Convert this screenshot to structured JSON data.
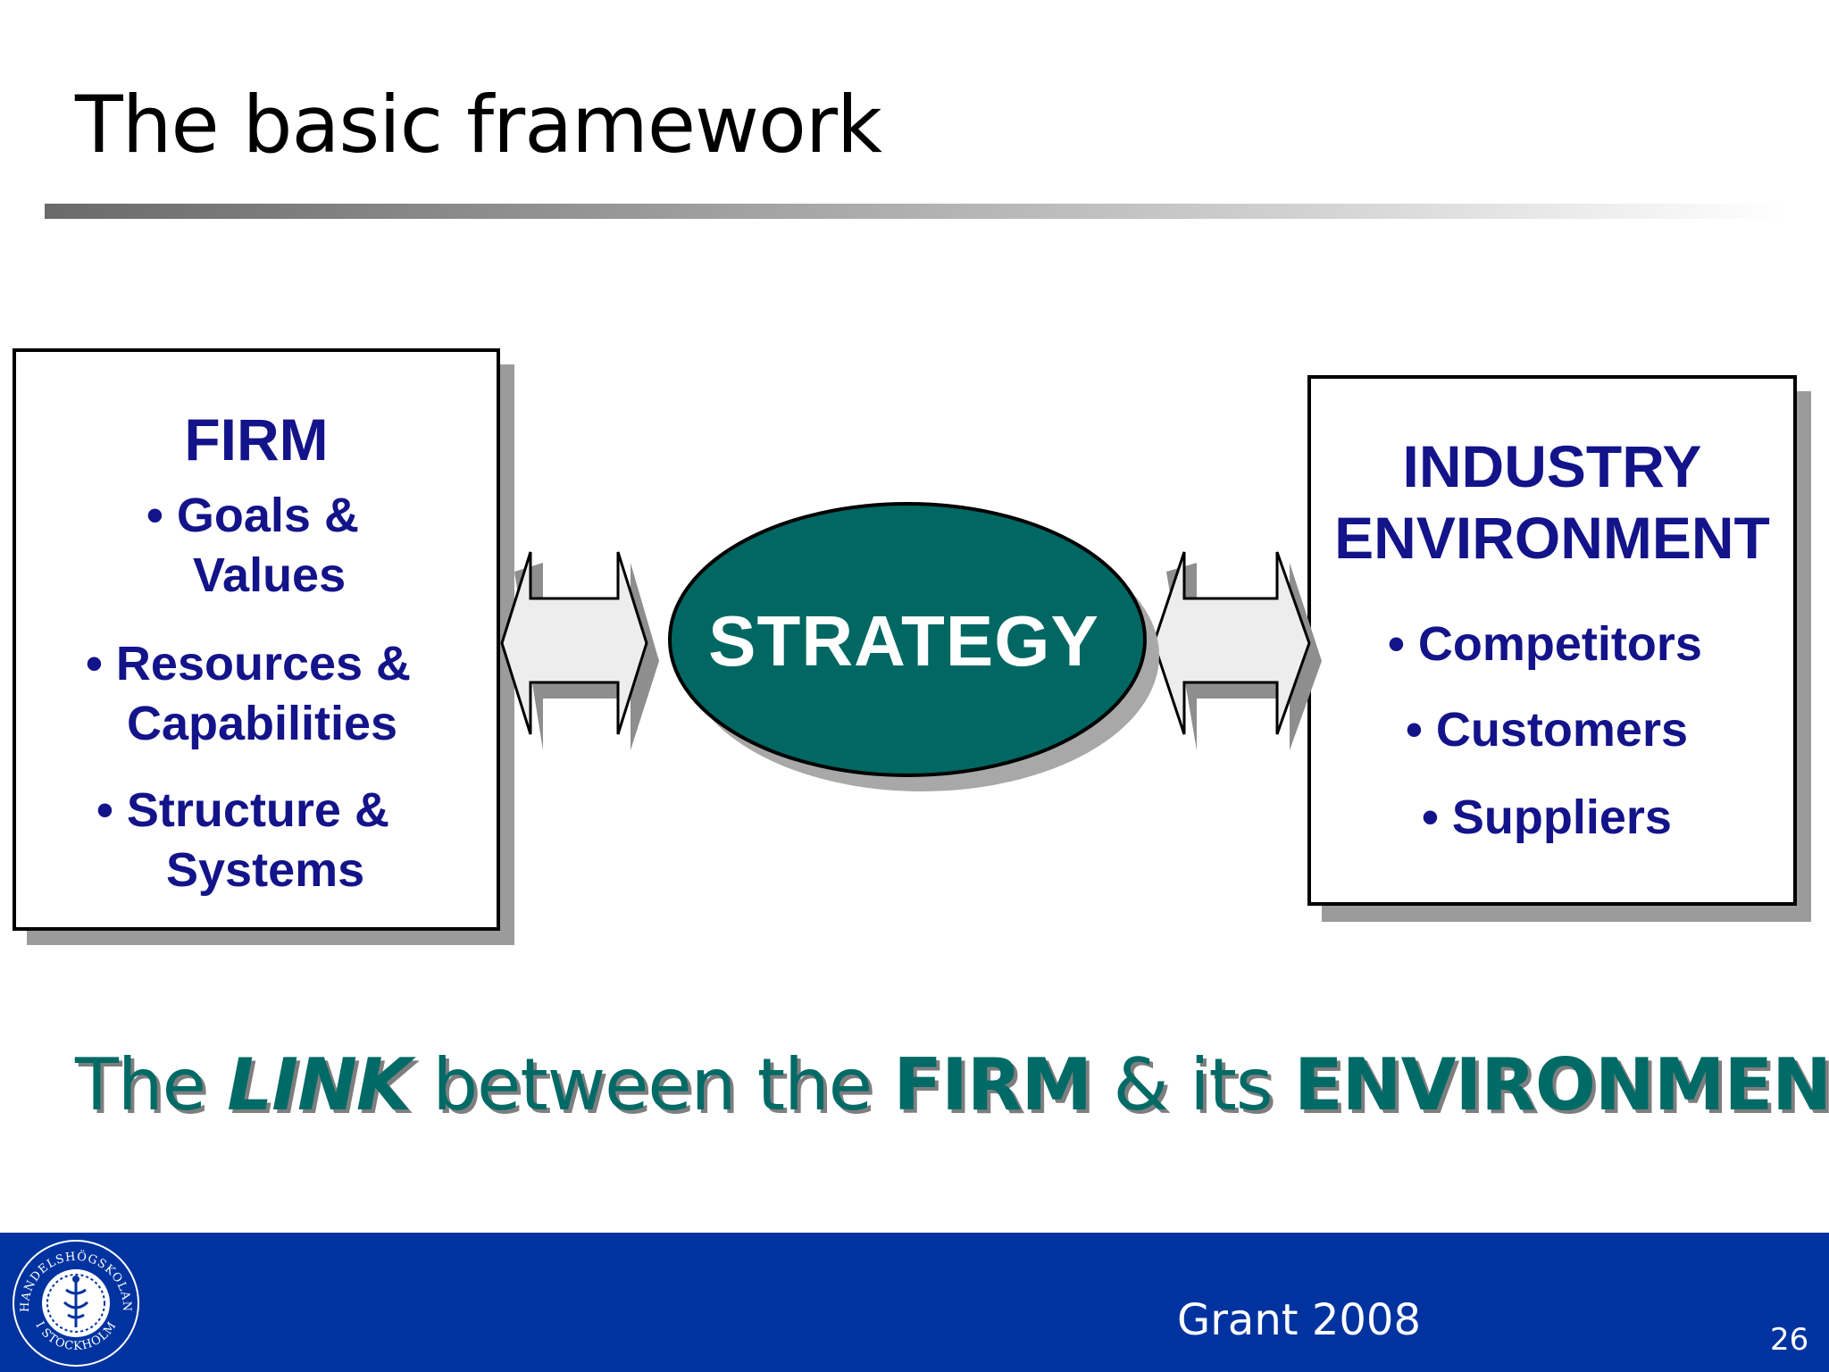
{
  "slide": {
    "title": "The basic framework",
    "page_number": "26"
  },
  "firm": {
    "heading": "FIRM",
    "items": [
      {
        "line1": "• Goals &",
        "line2": "Values"
      },
      {
        "line1": "• Resources &",
        "line2": "Capabilities"
      },
      {
        "line1": "• Structure &",
        "line2": "Systems"
      }
    ]
  },
  "center": {
    "label": "STRATEGY",
    "fill_color": "#006763"
  },
  "industry": {
    "heading_line1": "INDUSTRY",
    "heading_line2": "ENVIRONMENT",
    "items": [
      "• Competitors",
      "• Customers",
      "• Suppliers"
    ]
  },
  "tagline": {
    "part1": "The ",
    "part2": "LINK",
    "part3": " between the ",
    "part4": "FIRM",
    "part5": " & its ",
    "part6": "ENVIRONMENT",
    "color": "#006a66"
  },
  "footer": {
    "credit": "Grant 2008",
    "bar_color": "#0033a0",
    "seal_text_top": "HANDELSHÖGSKOLAN",
    "seal_text_bottom": "I STOCKHOLM"
  }
}
